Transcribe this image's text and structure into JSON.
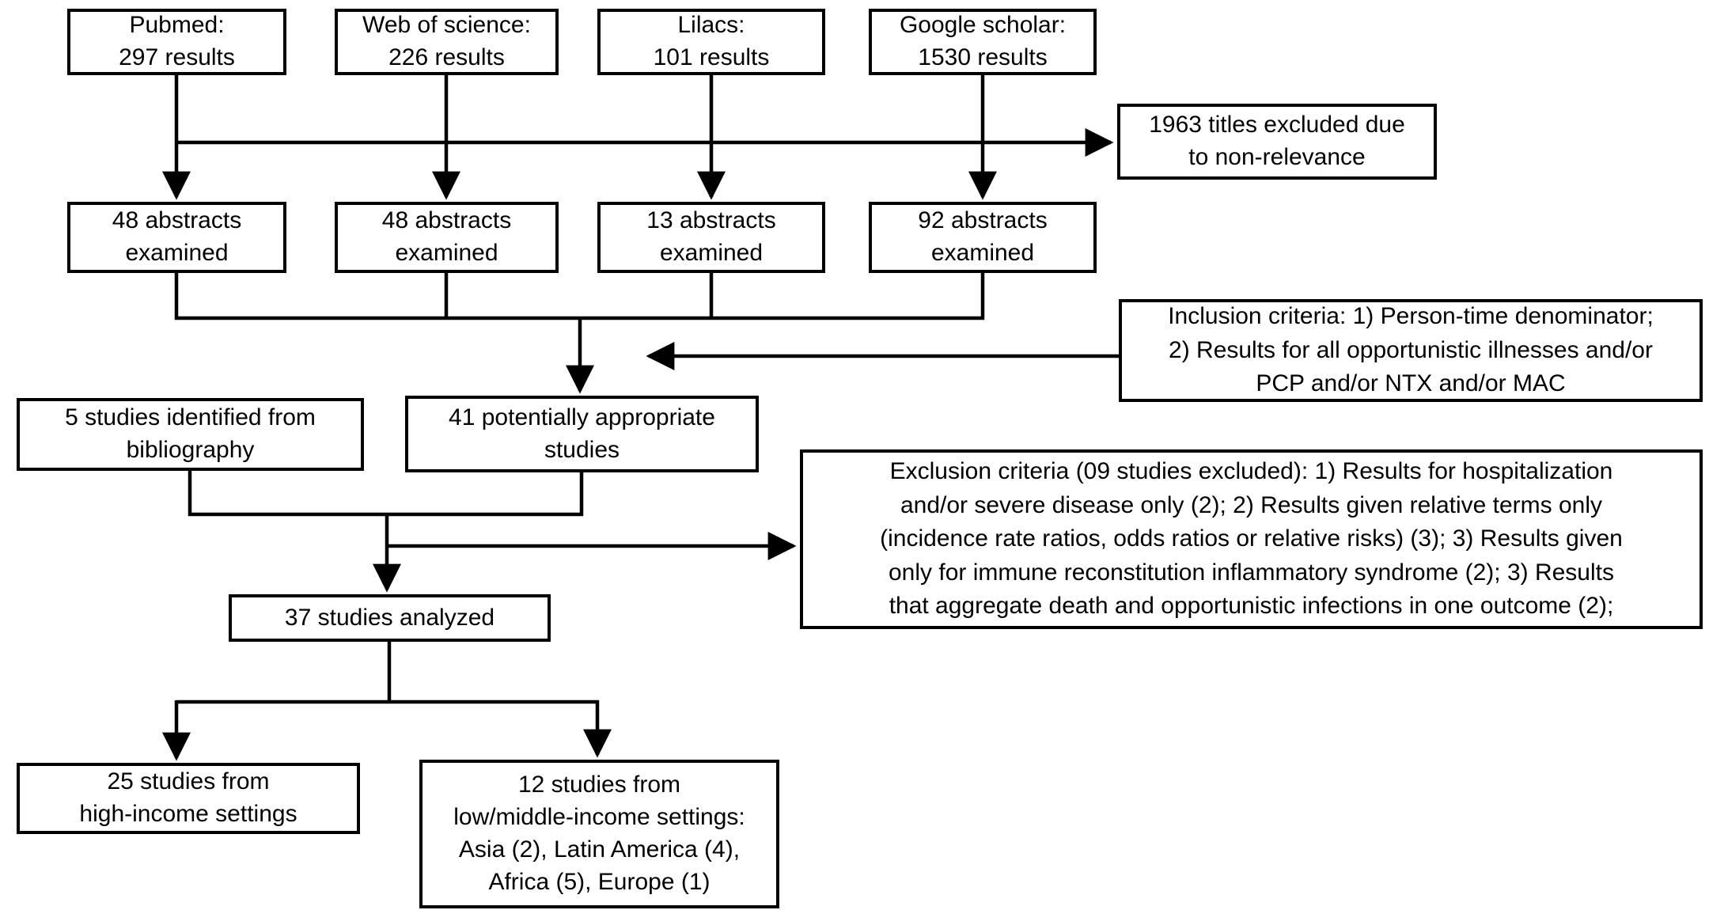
{
  "colors": {
    "background": "#ffffff",
    "box_border": "#000000",
    "text": "#000000",
    "connector": "#000000"
  },
  "nodes": {
    "pubmed": "Pubmed:\n297 results",
    "web_of_science": "Web of science:\n226 results",
    "lilacs": "Lilacs:\n101 results",
    "google_scholar": "Google scholar:\n1530 results",
    "titles_excluded": "1963 titles excluded due\nto non-relevance",
    "abstracts_pubmed": "48 abstracts\nexamined",
    "abstracts_web_of_science": "48 abstracts\nexamined",
    "abstracts_lilacs": "13 abstracts\nexamined",
    "abstracts_google_scholar": "92 abstracts\nexamined",
    "inclusion_criteria": "Inclusion criteria: 1) Person-time denominator;\n2) Results for all opportunistic illnesses and/or\nPCP and/or NTX and/or MAC",
    "bibliography": "5 studies identified from\nbibliography",
    "potentially_appropriate": "41 potentially appropriate\nstudies",
    "exclusion_criteria": "Exclusion criteria (09 studies excluded): 1) Results for hospitalization\nand/or severe disease only (2); 2) Results given relative terms only\n(incidence rate ratios, odds ratios or relative risks) (3); 3) Results given\nonly for immune reconstitution inflammatory syndrome (2); 3) Results\nthat aggregate death and opportunistic infections in one outcome (2);",
    "studies_analyzed": "37 studies analyzed",
    "high_income": "25 studies from\nhigh-income settings",
    "low_middle_income": "12 studies from\nlow/middle-income settings:\nAsia (2), Latin America (4),\nAfrica (5), Europe (1)"
  }
}
